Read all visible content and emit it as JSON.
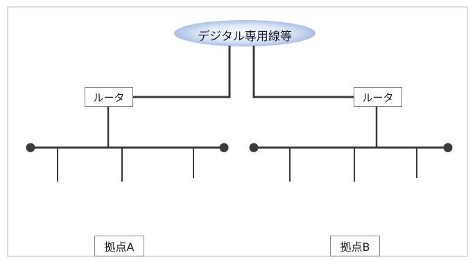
{
  "network": {
    "label": "デジタル専用線等"
  },
  "sites": [
    {
      "router_label": "ルータ",
      "site_label": "拠点A"
    },
    {
      "router_label": "ルータ",
      "site_label": "拠点B"
    }
  ],
  "colors": {
    "line": "#3a3a3a",
    "frame": "#bbbbbb",
    "cloud_center": "#ffffff",
    "cloud_edge": "#8ea6d6",
    "equipment": "#e9ecef"
  }
}
